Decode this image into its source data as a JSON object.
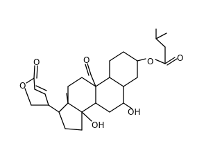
{
  "molecule": {
    "atom_labels": {
      "aldehyde_o": "O",
      "ester_o": "O",
      "carbonyl_o": "O",
      "lactone_ring_o": "O",
      "lactone_carbonyl_o": "O",
      "hydroxyl_c5": "OH",
      "hydroxyl_c14": "OH"
    }
  }
}
